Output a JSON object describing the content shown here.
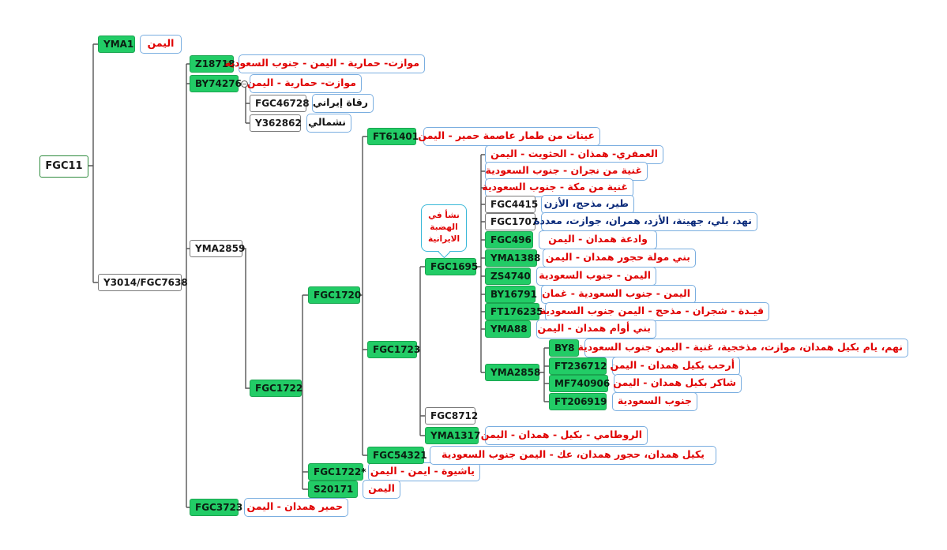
{
  "nodes": {
    "fgc11": "FGC11",
    "yma1": "YMA1",
    "yma1_lbl": "اليمن",
    "y3014": "Y3014/FGC7638",
    "z18718": "Z18718",
    "z18718_lbl": "موازت- حمارية - اليمن - جنوب السعودية",
    "by74276": "BY74276",
    "by74276_lbl": "موازت- حمارية - اليمن",
    "fgc46728": "FGC46728",
    "fgc46728_lbl": "رقاة إيراني",
    "y362862": "Y362862",
    "y362862_lbl": "نشمالي",
    "yma2859": "YMA2859",
    "fgc1722": "FGC1722",
    "fgc3723": "FGC3723",
    "fgc3723_lbl": "حمير همدان - اليمن",
    "fgc1720": "FGC1720",
    "fgc1722s": "FGC1722*",
    "fgc1722s_lbl": "ياشيوة - ايمن - اليمن",
    "s20171": "S20171",
    "s20171_lbl": "اليمن",
    "ft61401": "FT61401",
    "ft61401_lbl": "عينات من طمار عاصمة حمير - اليمن",
    "fgc1723": "FGC1723",
    "fgc54321": "FGC54321",
    "fgc54321_lbl": "يكيل همدان، حجور همدان، عك - اليمن جنوب السعودية",
    "fgc1695": "FGC1695",
    "fgc8712": "FGC8712",
    "yma1317": "YMA1317",
    "yma1317_lbl": "الروطامي - بكيل - همدان - اليمن",
    "l1": "العمفري- همذان - الحثويت - اليمن",
    "l2": "غنية من نجران - جنوب السعودية",
    "l3": "غنية من مكة - جنوب السعودية",
    "fgc4415": "FGC4415",
    "fgc4415_lbl": "طير، مذحج، الأزن",
    "fgc1707": "FGC1707",
    "fgc1707_lbl": "نهد، بلي، جهينة، الأزد، همران، جوازت، معددة",
    "fgc496": "FGC496",
    "fgc496_lbl": "وادعة همدان - اليمن",
    "yma1388": "YMA1388",
    "yma1388_lbl": "بني مولة حجور همدان - اليمن",
    "zs4740": "ZS4740",
    "zs4740_lbl": "اليمن - جنوب السعودية",
    "by16791": "BY16791",
    "by16791_lbl": "اليمن - جنوب السعودية - غمان",
    "ft176235": "FT176235",
    "ft176235_lbl": "قيـدة - شجران - مذحج - اليمن جنوب السعودية",
    "yma88": "YMA88",
    "yma88_lbl": "بني أوام همدان - اليمن",
    "yma2858": "YMA2858",
    "by8": "BY8",
    "by8_lbl": "نهم، يام بكيل همدان، موازت، مذخجية، غنية - اليمن جنوب السعودية",
    "ft236712": "FT236712",
    "ft236712_lbl": "أرحب بكيل همدان - اليمن",
    "mf740906": "MF740906",
    "mf740906_lbl": "شاكر بكيل همدان - اليمن",
    "ft206919": "FT206919",
    "ft206919_lbl": "جنوب السعودية"
  },
  "callout": {
    "line1": "نشأ في",
    "line2": "الهضبة",
    "line3": "الايرانية"
  },
  "toggle_symbol": "−",
  "colors": {
    "green_node": "#22cc66",
    "red_text": "#e00000",
    "navy_text": "#0a2a7a",
    "line": "#555555",
    "label_border": "#7aaee0"
  }
}
